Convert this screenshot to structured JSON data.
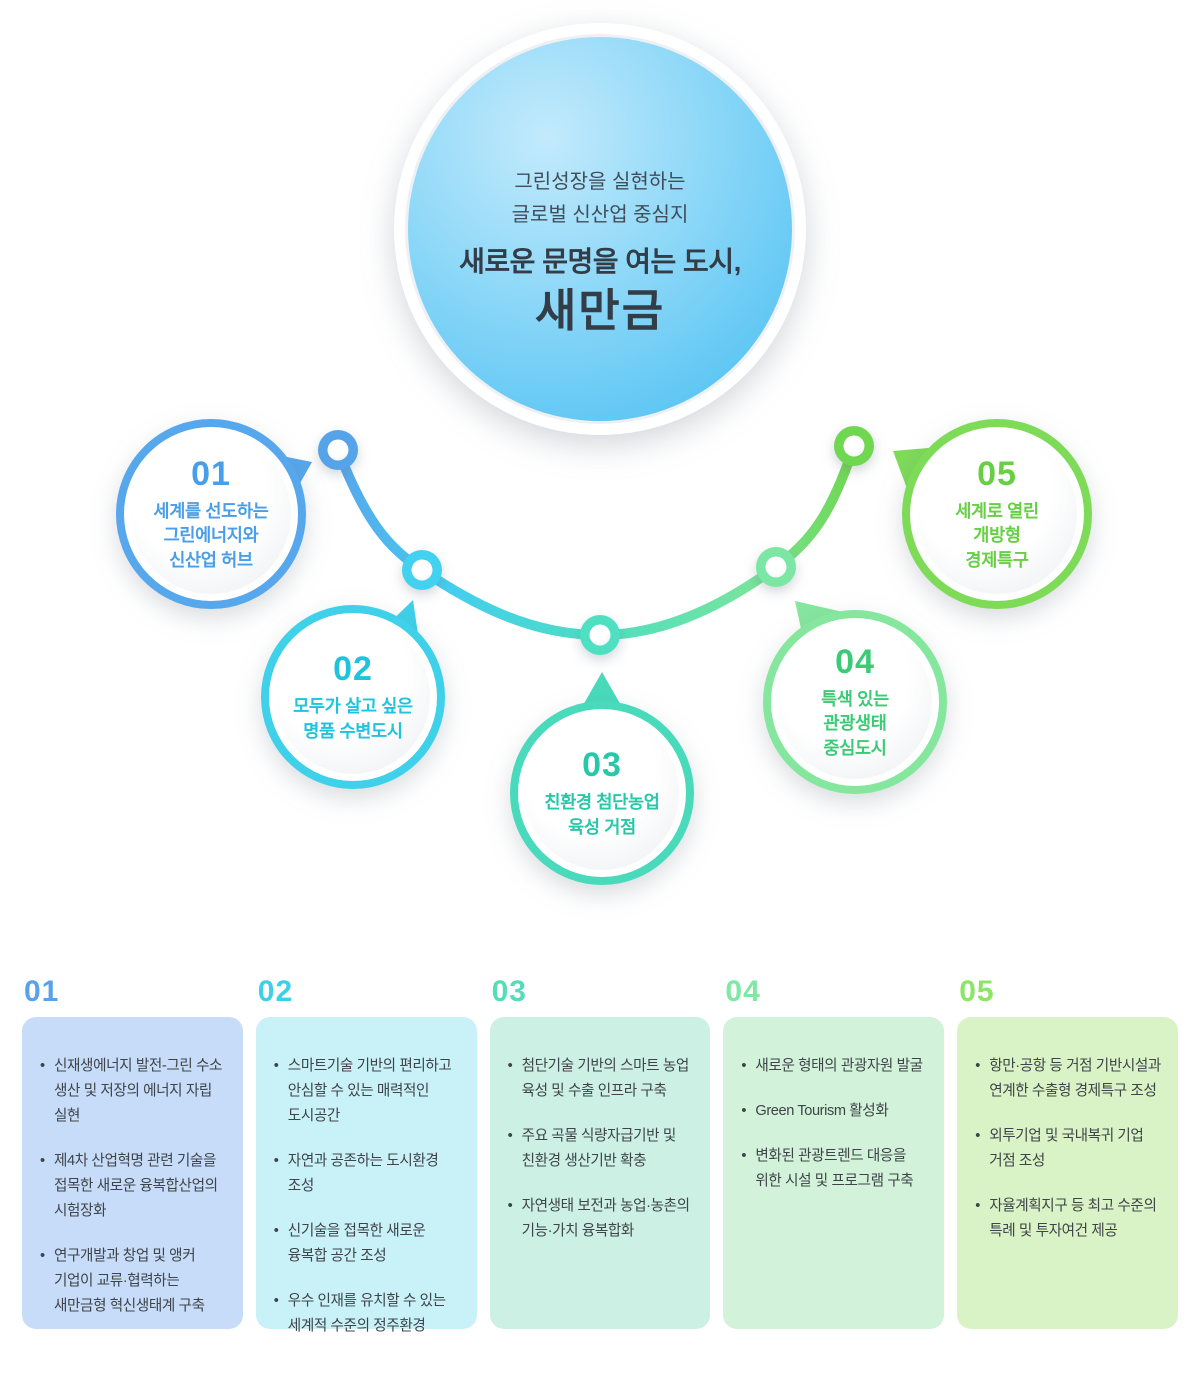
{
  "hero": {
    "subtitle_lines": [
      "그린성장을 실현하는",
      "글로벌 신산업 중심지"
    ],
    "title_line": "새로운 문명을 여는 도시,",
    "title_emphasis": "새만금"
  },
  "goals": [
    {
      "number": "01",
      "label_lines": [
        "세계를 선도하는",
        "그린에너지와",
        "신산업 허브"
      ],
      "color": "#489ee8",
      "ring": "#56a7eb",
      "node": "#55a3e9"
    },
    {
      "number": "02",
      "label_lines": [
        "모두가 살고 싶은",
        "명품 수변도시"
      ],
      "color": "#1fc3de",
      "ring": "#3fd0ea",
      "node": "#42d2f0"
    },
    {
      "number": "03",
      "label_lines": [
        "친환경 첨단농업",
        "육성 거점"
      ],
      "color": "#27c8a8",
      "ring": "#48dabb",
      "node": "#4fdfc1"
    },
    {
      "number": "04",
      "label_lines": [
        "특색 있는",
        "관광생태",
        "중심도시"
      ],
      "color": "#3bcb77",
      "ring": "#85e79e",
      "node": "#7ce6a4"
    },
    {
      "number": "05",
      "label_lines": [
        "세계로 열린",
        "개방형",
        "경제특구"
      ],
      "color": "#66cf44",
      "ring": "#7edb58",
      "node": "#6fd750"
    }
  ],
  "details": [
    {
      "number": "01",
      "accent": "#57a2ea",
      "bg": "#c6dcf8",
      "items": [
        "신재생에너지 발전-그린 수소 생산 및 저장의 에너지 자립 실현",
        "제4차 산업혁명 관련 기술을 접목한 새로운 융복합산업의 시험장화",
        "연구개발과 창업 및 앵커 기업이 교류·협력하는 새만금형 혁신생태계 구축"
      ]
    },
    {
      "number": "02",
      "accent": "#3ed0e9",
      "bg": "#c9f1f8",
      "items": [
        "스마트기술 기반의 편리하고 안심할 수 있는 매력적인 도시공간",
        "자연과 공존하는 도시환경 조성",
        "신기술을 접목한 새로운 융복합 공간 조성",
        "우수 인재를 유치할 수 있는 세계적 수준의 정주환경"
      ]
    },
    {
      "number": "03",
      "accent": "#55dcba",
      "bg": "#cdf0e4",
      "items": [
        "첨단기술 기반의 스마트 농업 육성 및 수출 인프라 구축",
        "주요 곡물 식량자급기반 및 친환경 생산기반 확충",
        "자연생태 보전과 농업·농촌의 기능·가치 융복합화"
      ]
    },
    {
      "number": "04",
      "accent": "#7ee8a4",
      "bg": "#d2f2d9",
      "items": [
        "새로운 형태의 관광자원 발굴",
        "Green Tourism 활성화",
        "변화된 관광트렌드 대응을 위한 시설 및 프로그램 구축"
      ]
    },
    {
      "number": "05",
      "accent": "#8ce566",
      "bg": "#daf3c6",
      "items": [
        "항만·공항 등 거점 기반시설과 연계한 수출형 경제특구 조성",
        "외투기업 및 국내복귀 기업 거점 조성",
        "자율계획지구 등 최고 수준의 특례 및 투자여건 제공"
      ]
    }
  ],
  "diagram_colors": {
    "arc_gradient": [
      "#58a6eb",
      "#44cdf0",
      "#4cdec2",
      "#78e49e",
      "#6fd750"
    ],
    "hero_circle_gradient": [
      "#c3eafc",
      "#8ed8f8",
      "#4dc0f2"
    ]
  }
}
